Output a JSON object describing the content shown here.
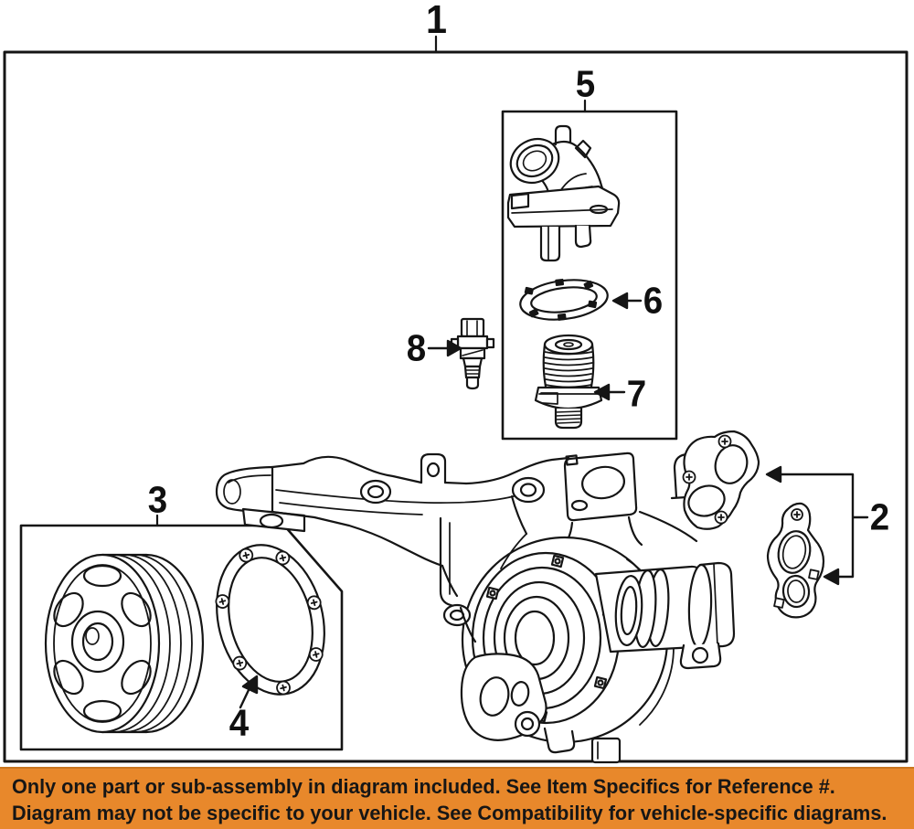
{
  "diagram": {
    "background": "#ffffff",
    "line_color": "#151515",
    "callouts": [
      {
        "number": "1"
      },
      {
        "number": "2"
      },
      {
        "number": "3"
      },
      {
        "number": "4"
      },
      {
        "number": "5"
      },
      {
        "number": "6"
      },
      {
        "number": "7"
      },
      {
        "number": "8"
      }
    ]
  },
  "banner": {
    "line1": "Only one part or sub-assembly in diagram included. See Item Specifics for Reference #.",
    "line2": "Diagram may not be specific to your vehicle. See Compatibility for vehicle-specific diagrams.",
    "background_color": "#E8882B",
    "text_color": "#161616"
  }
}
